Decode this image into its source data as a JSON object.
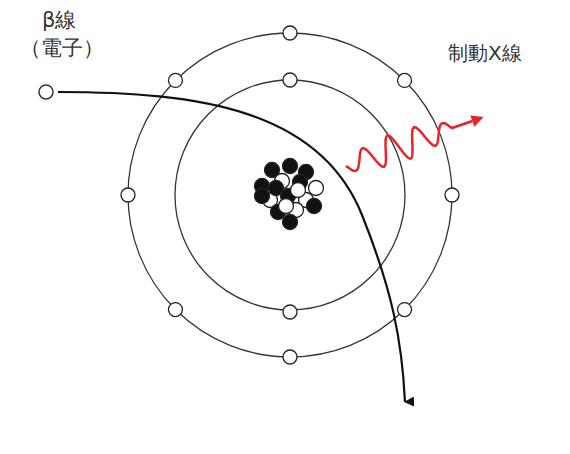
{
  "diagram": {
    "labels": [
      "β線",
      "（電子）",
      "制動X線"
    ]
  }
}
